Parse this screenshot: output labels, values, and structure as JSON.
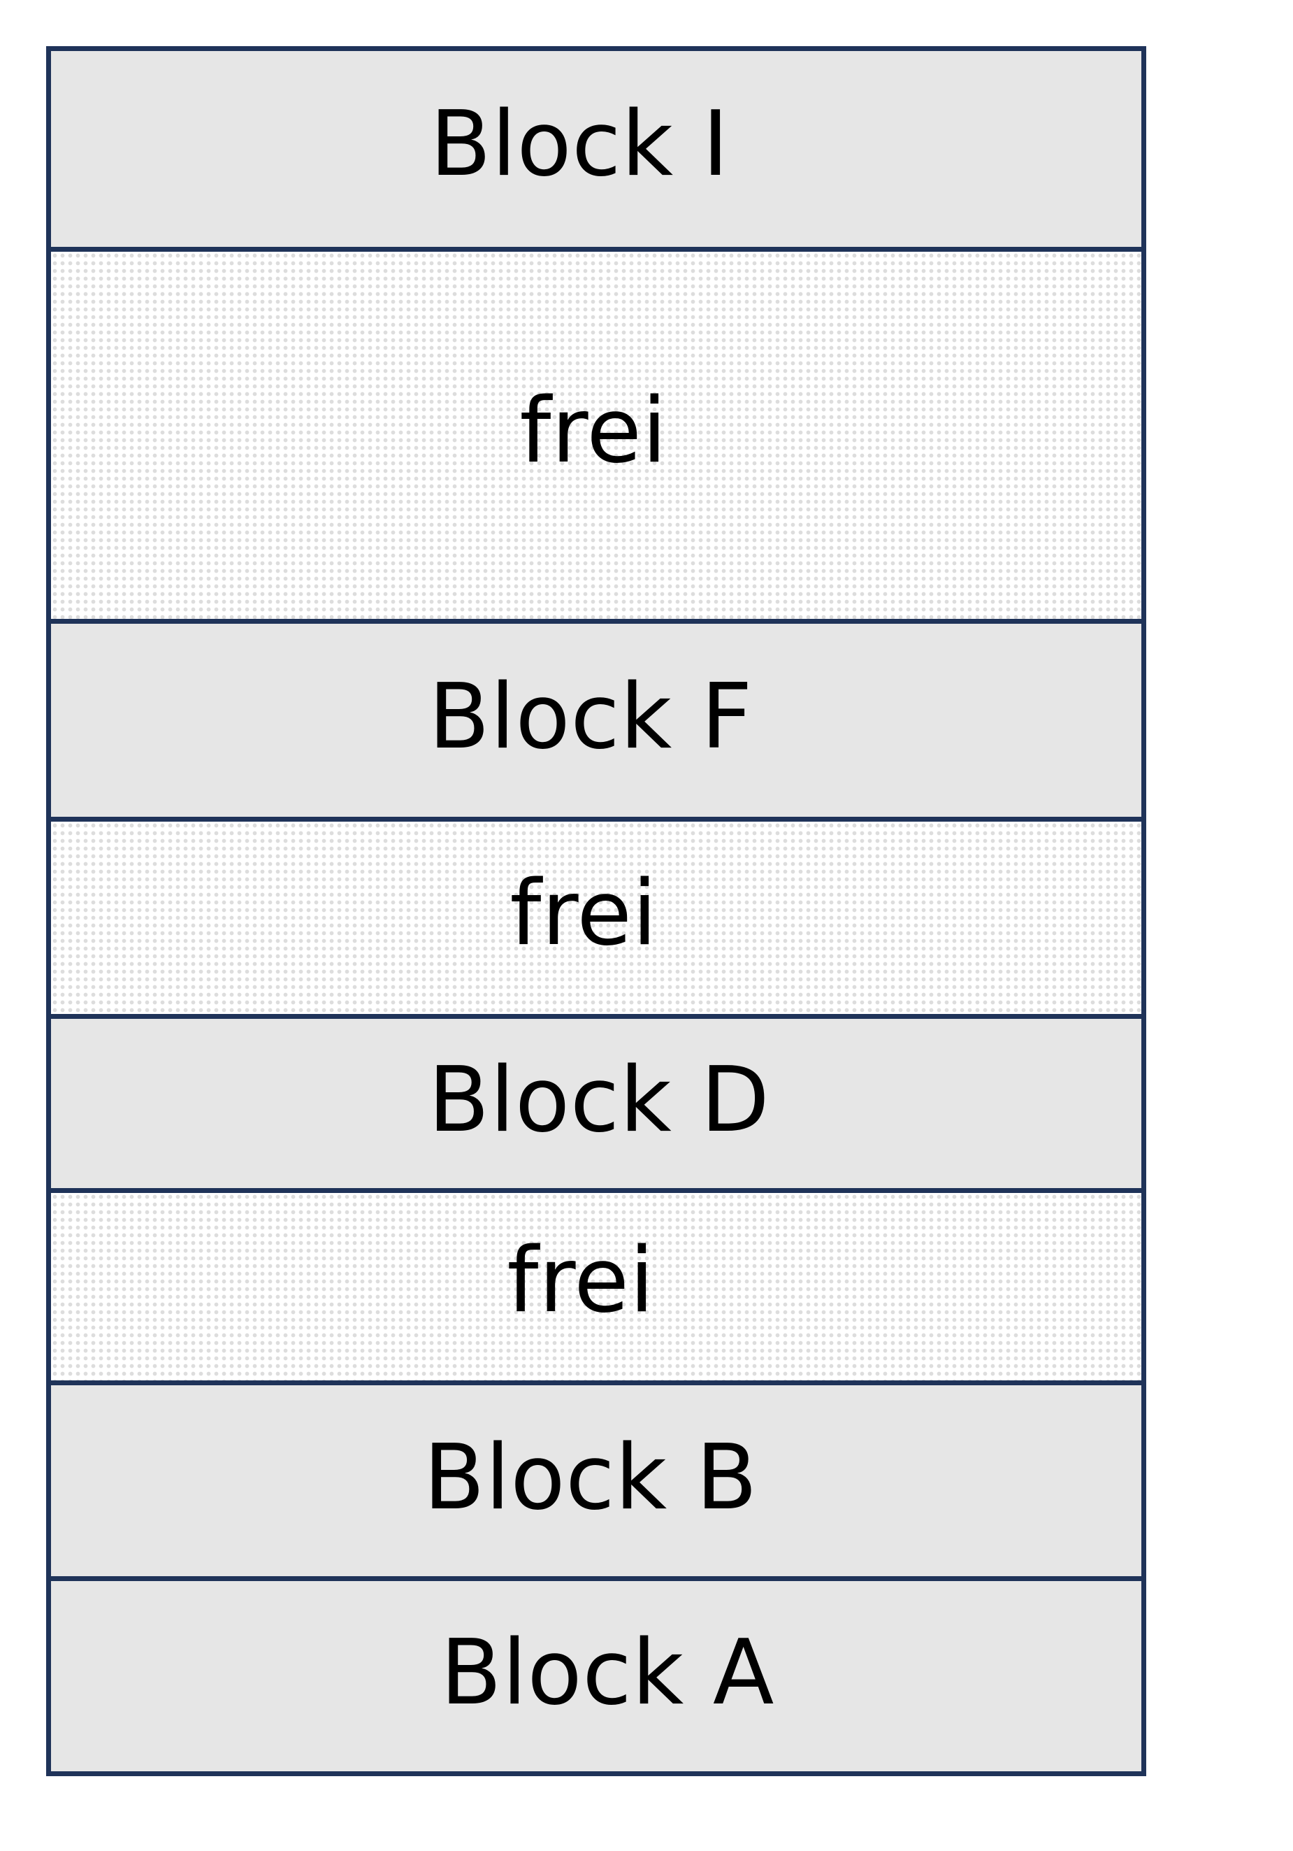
{
  "diagram": {
    "segments": [
      {
        "kind": "block",
        "label": "Block I"
      },
      {
        "kind": "free",
        "label": "frei"
      },
      {
        "kind": "block",
        "label": "Block F"
      },
      {
        "kind": "free",
        "label": "frei"
      },
      {
        "kind": "block",
        "label": "Block D"
      },
      {
        "kind": "free",
        "label": "frei"
      },
      {
        "kind": "block",
        "label": "Block B"
      },
      {
        "kind": "block",
        "label": "Block A"
      }
    ],
    "colors": {
      "border": "#1f3359",
      "block_fill": "#e6e6e6",
      "free_fill": "#ffffff",
      "free_pattern": "#dddddd",
      "text": "#000000"
    }
  }
}
